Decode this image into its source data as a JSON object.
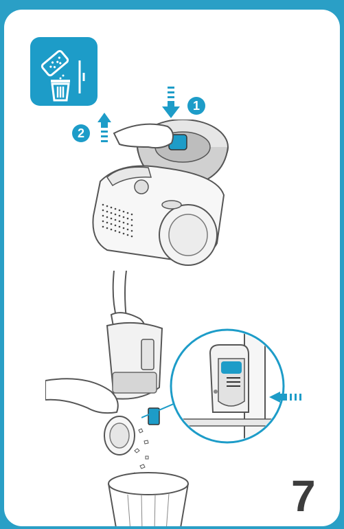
{
  "page": {
    "step_number": "7",
    "callout_labels": [
      "1",
      "2"
    ]
  },
  "colors": {
    "frame": "#2a9fc6",
    "accent": "#1d9cc8",
    "ink": "#3d3d3d",
    "line": "#555555"
  },
  "icons": {
    "header_icon": "empty-dust-bin-icon",
    "push_arrow": "arrow-down-icon",
    "lift_arrow": "arrow-up-icon",
    "release_arrow": "arrow-left-icon"
  }
}
